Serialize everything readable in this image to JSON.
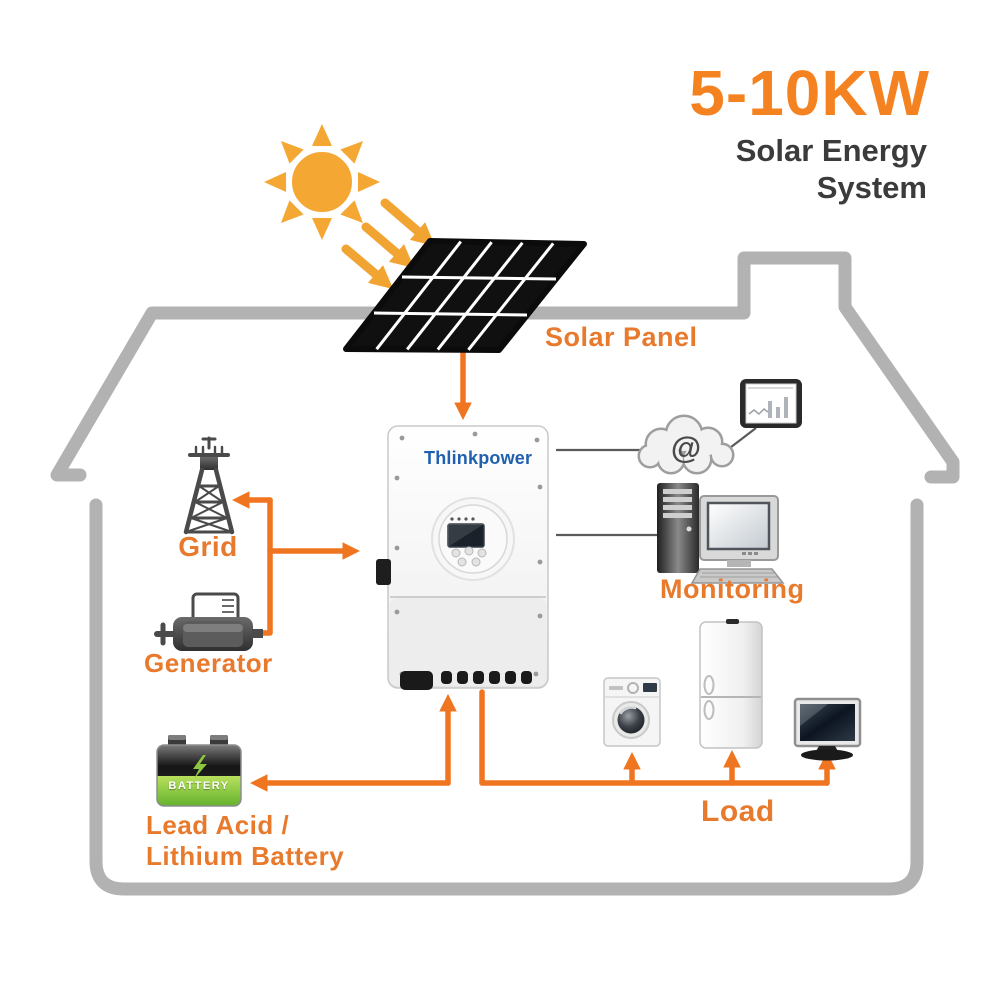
{
  "title": {
    "kw": "5-10KW",
    "sub1": "Solar Energy",
    "sub2": "System"
  },
  "labels": {
    "solar_panel": "Solar Panel",
    "grid": "Grid",
    "generator": "Generator",
    "battery_line1": "Lead Acid /",
    "battery_line2": "Lithium Battery",
    "monitoring": "Monitoring",
    "load": "Load"
  },
  "devices": {
    "inverter_brand": "Thlinkpower",
    "battery_text": "BATTERY",
    "cloud_symbol": "@"
  },
  "icons": {
    "sun": "sun-icon",
    "solar_panel": "solar-panel-icon",
    "grid_tower": "grid-tower-icon",
    "generator": "generator-icon",
    "battery": "battery-icon",
    "inverter": "inverter-device",
    "cloud": "cloud-at-icon",
    "tablet": "tablet-icon",
    "computer": "computer-icon",
    "washing_machine": "washing-machine-icon",
    "refrigerator": "refrigerator-icon",
    "tv": "tv-icon"
  },
  "colors": {
    "accent_orange": "#F07520",
    "label_orange": "#E87A2E",
    "title_orange": "#F58220",
    "title_dark": "#3B3B3B",
    "sun_amber": "#F5A733",
    "house_gray": "#B2B2B2",
    "brand_blue": "#2060AE",
    "battery_green": "#7CC142",
    "monitor_line_gray": "#5A5A5A"
  }
}
